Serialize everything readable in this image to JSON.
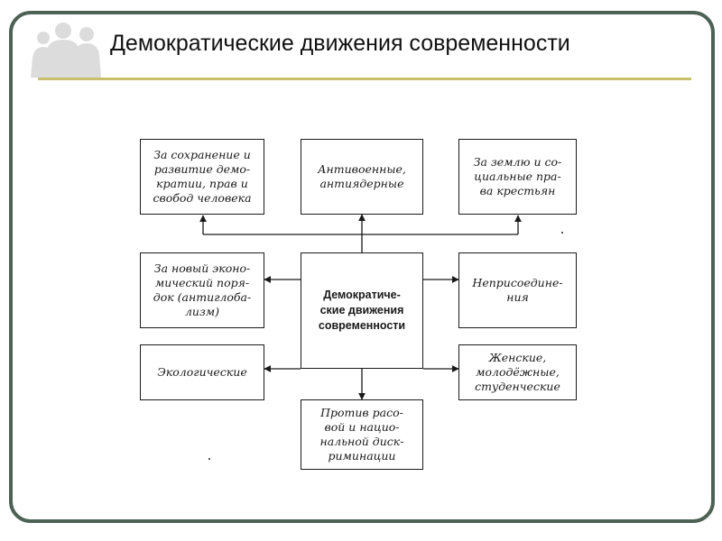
{
  "slide": {
    "title": "Демократические движения современности"
  },
  "diagram": {
    "center": "Демократиче-\nские движения\nсовременности",
    "democracy_rights": "За сохранение и\nразвитие демо-\nкратии, прав и\nсвобод человека",
    "antiwar": "Антивоенные,\nантиядерные",
    "peasants": "За землю и со-\nциальные пра-\nва крестьян",
    "economic_order": "За новый эконо-\nмический поря-\nдок (антиглоба-\nлизм)",
    "non_alignment": "Неприсоедине-\nния",
    "ecological": "Экологические",
    "women_youth": "Женские,\nмолодёжные,\nстуденческие",
    "anti_discrimination": "Против расо-\nвой и нацио-\nнальной диск-\nриминации"
  },
  "colors": {
    "frame": "#4d6155",
    "title_rule": "#c9c06a",
    "lines": "#1a1a1a"
  },
  "icons": {
    "logo": "business-people-silhouette-icon"
  }
}
